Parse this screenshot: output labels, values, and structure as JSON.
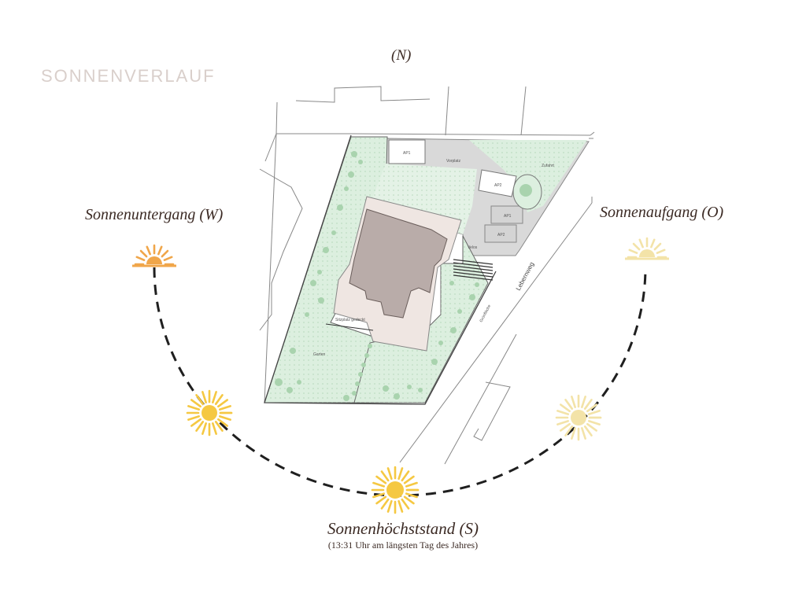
{
  "title": "SONNENVERLAUF",
  "north_label": "(N)",
  "west_label": "Sonnenuntergang (W)",
  "east_label": "Sonnenaufgang (O)",
  "south_label": "Sonnenhöchststand (S)",
  "south_note": "(13:31 Uhr am längsten Tag des Jahres)",
  "plan_labels": {
    "ap1": "AP1",
    "ap2": "AP2",
    "ap_side_1": "AP1",
    "ap_side_2": "AP2",
    "vorplatz": "Vorplatz",
    "zufahrt": "Zufahrt",
    "velos": "Velos",
    "sitzplatz": "Sitzplatz gedeckt",
    "garten": "Garten",
    "street": "Lebernweg",
    "side_strip": "Grünfläche"
  },
  "colors": {
    "sun_sunset": "#f0a64a",
    "sun_midday": "#f5c842",
    "sun_morning": "#f3e3a8",
    "garden": "#dcefdf",
    "building": "#b9aca9",
    "paving": "#d9d9d9",
    "path": "#1f1f1f"
  },
  "icons": {
    "sun_west": "setting-sun-icon",
    "sun_southwest": "sun-icon",
    "sun_south": "sun-icon",
    "sun_southeast": "sun-icon",
    "sun_east": "rising-sun-icon"
  }
}
